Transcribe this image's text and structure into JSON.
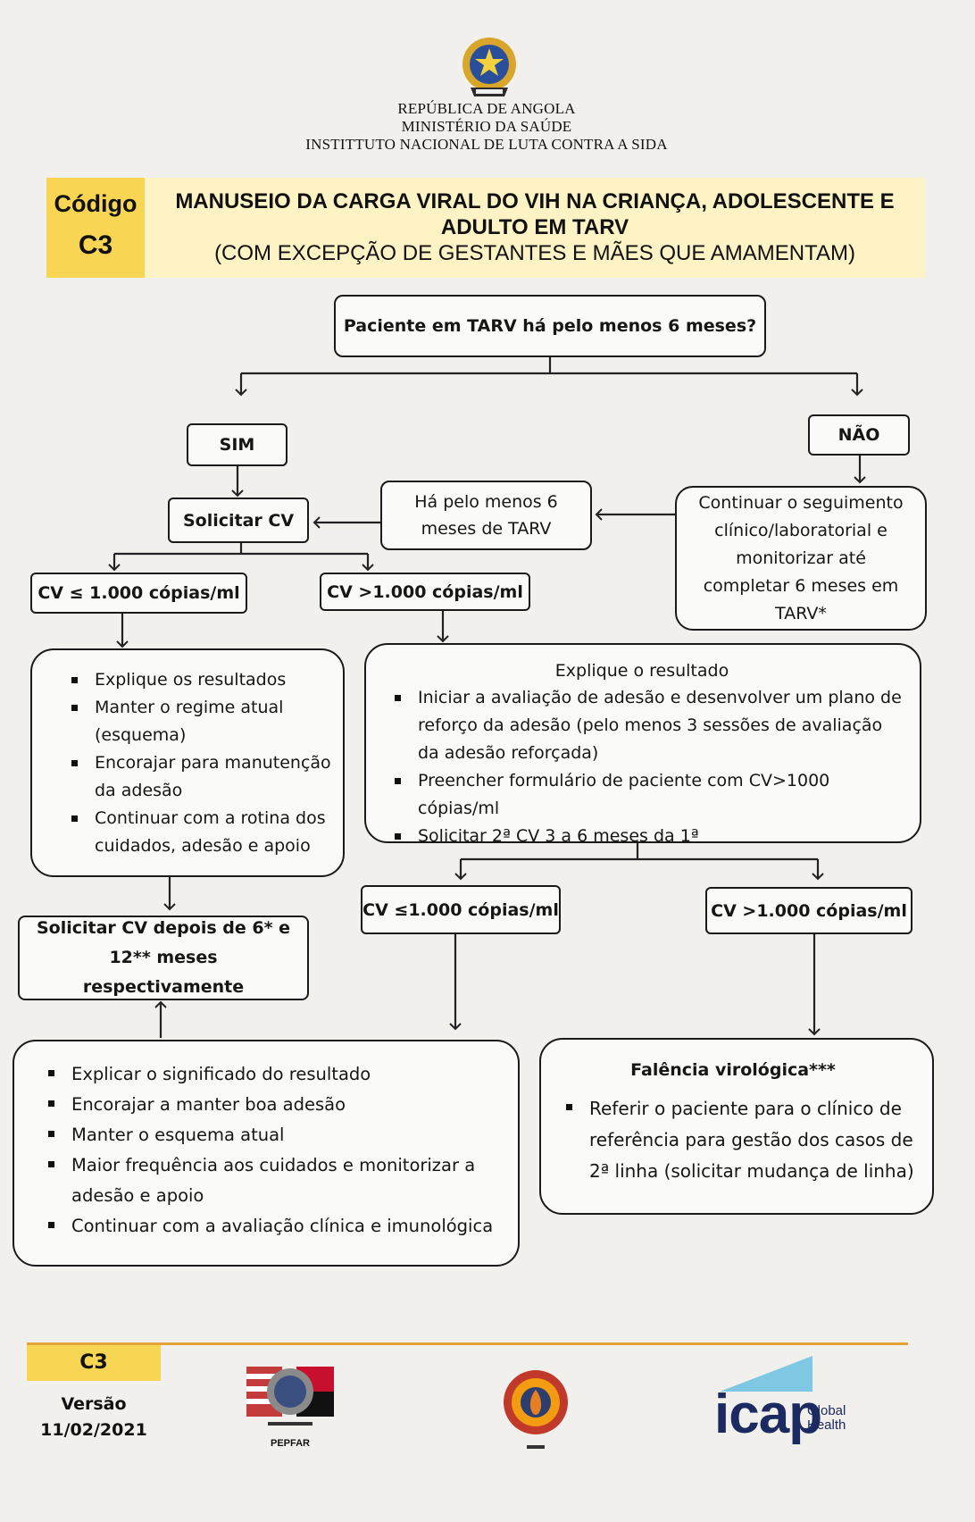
{
  "header": {
    "line1": "REPÚBLICA DE ANGOLA",
    "line2": "MINISTÉRIO DA SAÚDE",
    "line3": "INSTITTUTO NACIONAL DE LUTA CONTRA A SIDA"
  },
  "code": {
    "label": "Código",
    "value": "C3"
  },
  "title": {
    "line1": "MANUSEIO DA CARGA VIRAL DO VIH NA CRIANÇA, ADOLESCENTE E",
    "line2": "ADULTO EM TARV",
    "line3": "(COM EXCEPÇÃO DE GESTANTES E MÃES QUE AMAMENTAM)"
  },
  "flow": {
    "question": "Paciente em TARV há pelo menos 6 meses?",
    "sim": "SIM",
    "nao": "NÃO",
    "solicitar_cv": "Solicitar CV",
    "ha_6_meses": "Há pelo menos 6 meses de TARV",
    "continuar": "Continuar o seguimento clínico/laboratorial e monitorizar até completar 6 meses em TARV*",
    "cv_low_1": "CV ≤ 1.000 cópias/ml",
    "cv_high_1": "CV >1.000 cópias/ml",
    "low_actions": [
      "Explique os resultados",
      "Manter o regime atual (esquema)",
      "Encorajar para manutenção da adesão",
      "Continuar com a rotina dos cuidados, adesão e apoio"
    ],
    "high_title": "Explique o resultado",
    "high_actions": [
      "Iniciar a avaliação de adesão e desenvolver um plano de reforço da adesão (pelo menos 3 sessões de avaliação da adesão reforçada)",
      "Preencher formulário de paciente com CV>1000 cópias/ml",
      "Solicitar 2ª CV 3 a 6 meses da 1ª"
    ],
    "solicitar_6_12": "Solicitar CV depois de 6* e 12** meses respectivamente",
    "cv_low_2": "CV ≤1.000 cópias/ml",
    "cv_high_2": "CV >1.000 cópias/ml",
    "low2_actions": [
      "Explicar o significado do resultado",
      "Encorajar a manter boa adesão",
      "Manter o esquema atual",
      "Maior frequência aos cuidados e monitorizar a adesão e apoio",
      "Continuar com a avaliação clínica e imunológica"
    ],
    "falencia_title": "Falência virológica***",
    "falencia_actions": [
      "Referir o paciente para o clínico de referência para gestão dos casos de 2ª linha (solicitar mudança de linha)"
    ]
  },
  "footer": {
    "code": "C3",
    "version_label": "Versão",
    "version_date": "11/02/2021",
    "pepfar": "PEPFAR",
    "icap": "icap",
    "icap_global": "Global",
    "icap_health": "Health"
  },
  "colors": {
    "code_yellow": "#f8d553",
    "title_bg": "#fdf3c4",
    "footer_orange": "#e2a43a",
    "icap_blue": "#1b2a60"
  }
}
